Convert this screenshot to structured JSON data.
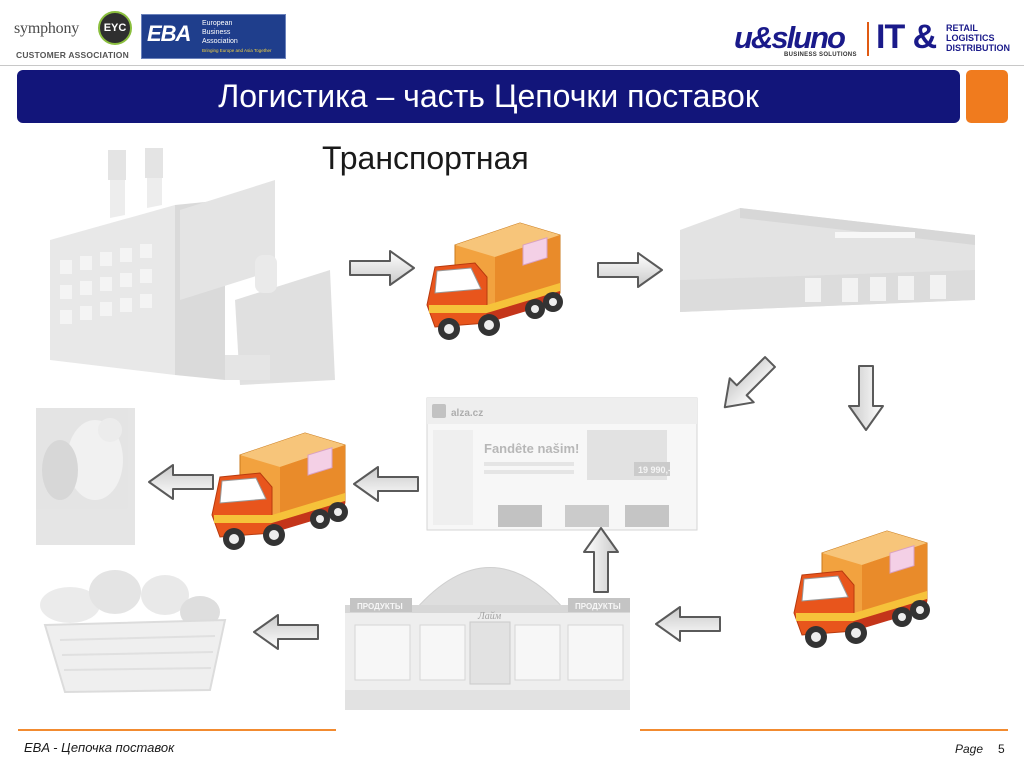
{
  "logos": {
    "symphony": {
      "word": "symphony",
      "badge": "EYC",
      "subtitle": "CUSTOMER ASSOCIATION"
    },
    "eba": {
      "mark": "EBA",
      "line1": "European",
      "line2": "Business",
      "line3": "Association",
      "tagline": "Bringing Europe and Asia Together"
    },
    "usluno": {
      "word": "u&sluno",
      "subtitle": "BUSINESS SOLUTIONS"
    },
    "it": {
      "mark": "IT &",
      "line1": "RETAIL",
      "line2": "LOGISTICS",
      "line3": "DISTRIBUTION"
    }
  },
  "slide": {
    "title": "Логистика – часть Цепочки поставок",
    "subtitle": "Транспортная"
  },
  "website": {
    "brand": "alza.cz",
    "headline": "Fandête našim!",
    "price": "19 990,-"
  },
  "shop": {
    "sign_left": "ПРОДУКТЫ",
    "sign_right": "ПРОДУКТЫ",
    "arch_label": "Лайм"
  },
  "footer": {
    "left": "EBA - Цепочка поставок",
    "page_label": "Page",
    "page_number": "5"
  },
  "colors": {
    "title_bar": "#12157a",
    "accent": "#f07b1e",
    "truck_cab": "#e8551c",
    "truck_box": "#f5a94a"
  }
}
